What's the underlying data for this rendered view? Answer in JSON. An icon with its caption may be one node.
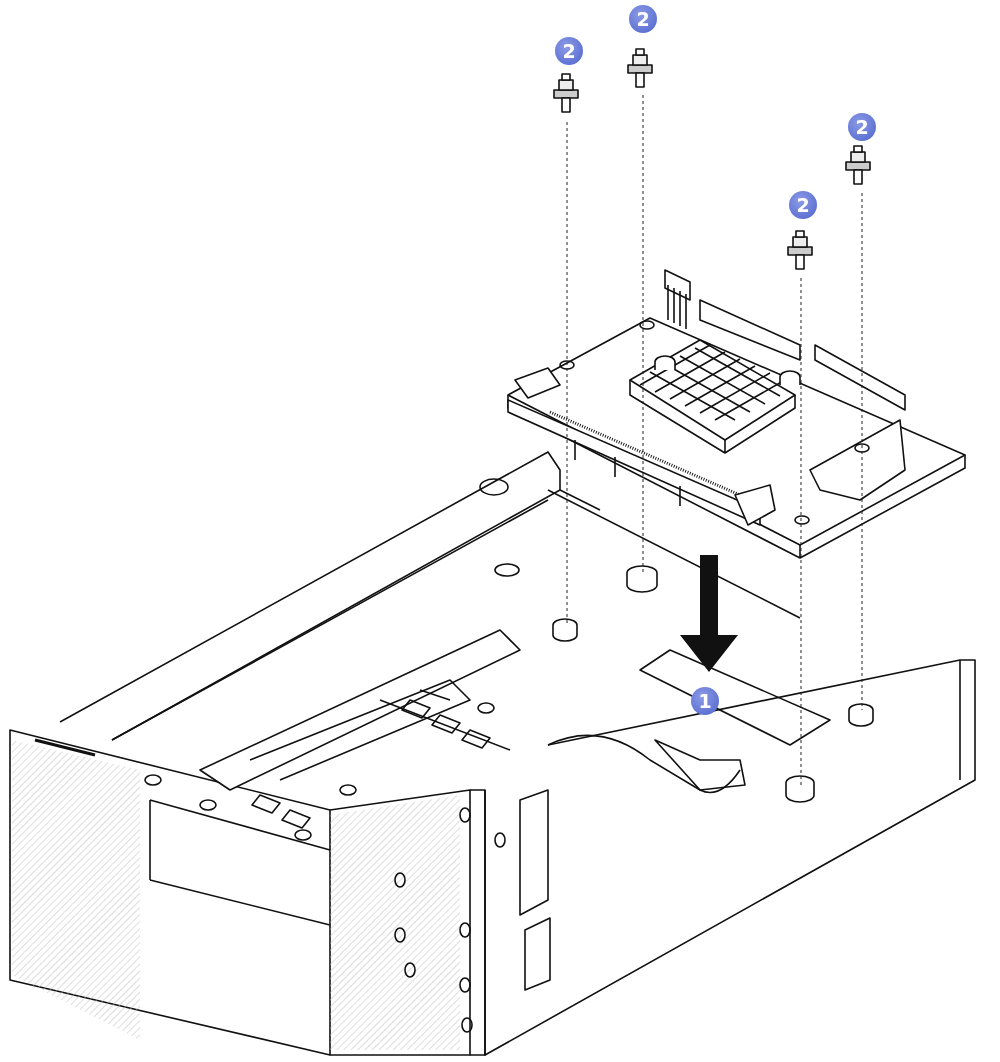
{
  "diagram": {
    "labels": [
      "2",
      "2",
      "2",
      "2",
      "1"
    ]
  }
}
